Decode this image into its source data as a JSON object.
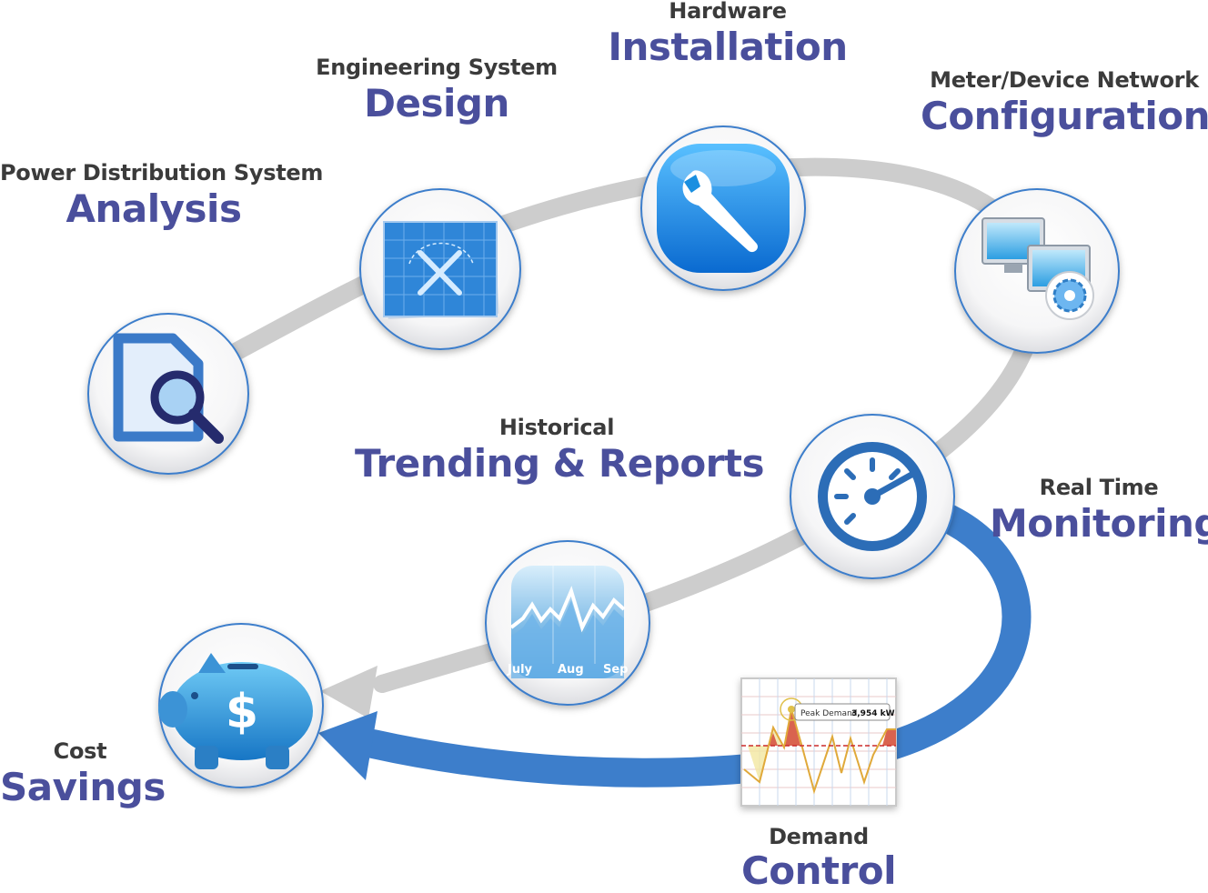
{
  "stages": [
    {
      "id": "analysis",
      "subtitle": "Power Distribution System",
      "title": "Analysis",
      "icon": "document-search-icon"
    },
    {
      "id": "design",
      "subtitle": "Engineering System",
      "title": "Design",
      "icon": "blueprint-tools-icon"
    },
    {
      "id": "installation",
      "subtitle": "Hardware",
      "title": "Installation",
      "icon": "wrench-icon"
    },
    {
      "id": "configuration",
      "subtitle": "Meter/Device Network",
      "title": "Configuration",
      "icon": "network-computers-icon"
    },
    {
      "id": "monitoring",
      "subtitle": "Real Time",
      "title": "Monitoring",
      "icon": "speedometer-icon"
    },
    {
      "id": "trending",
      "subtitle": "Historical",
      "title": "Trending & Reports",
      "icon": "trend-chart-icon"
    },
    {
      "id": "control",
      "subtitle": "Demand",
      "title": "Control",
      "icon": "demand-chart-icon"
    },
    {
      "id": "savings",
      "subtitle": "Cost",
      "title": "Savings",
      "icon": "piggy-bank-icon"
    }
  ],
  "trend_icon": {
    "months": [
      "July",
      "Aug",
      "Sep"
    ]
  },
  "demand_icon": {
    "callout": "Peak Demand",
    "value": "3,954 kW"
  },
  "colors": {
    "path_gray": "#cfcfcf",
    "path_blue": "#3d7ecb",
    "title_blue": "#4a4f9c",
    "icon_blue": "#1a8fe0"
  }
}
